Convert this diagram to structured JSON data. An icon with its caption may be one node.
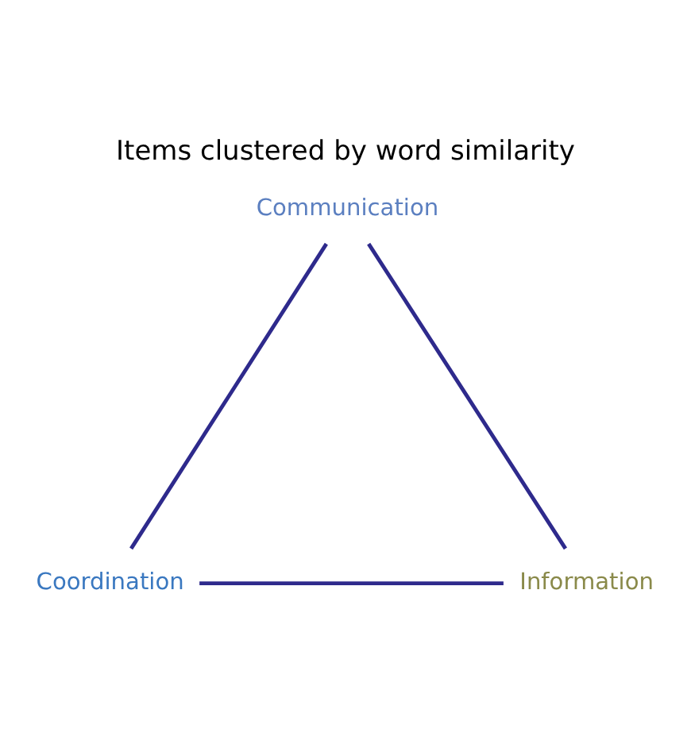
{
  "diagram": {
    "title": "Items clustered by word similarity",
    "nodes": [
      {
        "text": [
          "Communication"
        ]
      },
      {
        "text": [
          "Information"
        ]
      },
      {
        "text": [
          "Coordination"
        ]
      }
    ],
    "edges": [
      {
        "from": 0,
        "to": 2,
        "arrow": "none"
      },
      {
        "from": 2,
        "to": 1,
        "arrow": "none"
      },
      {
        "from": 1,
        "to": 0,
        "arrow": "none"
      }
    ]
  }
}
